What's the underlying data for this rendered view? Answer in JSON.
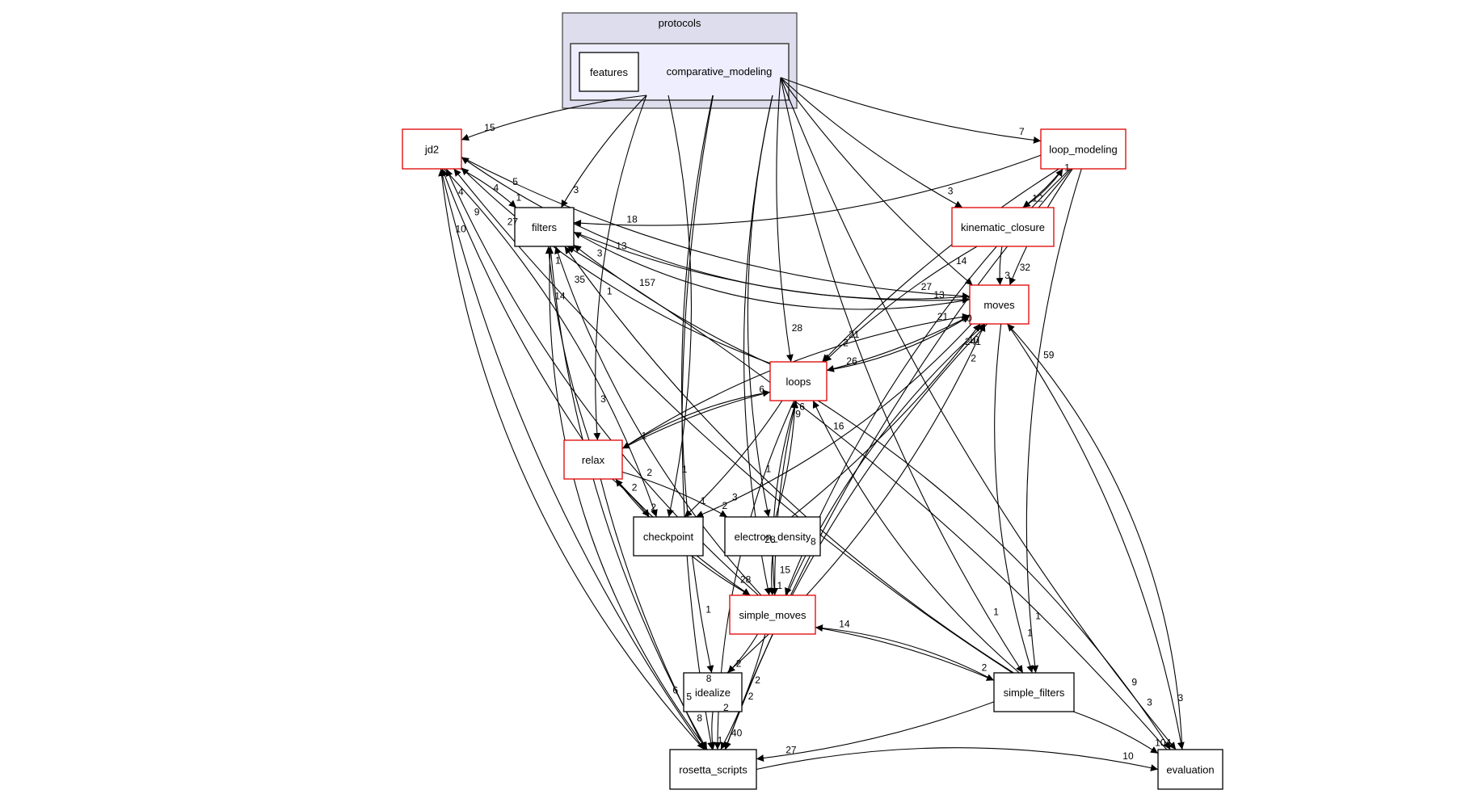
{
  "diagram": {
    "type": "directory-dependency-graph",
    "cluster": {
      "outer_label": "protocols",
      "inner_label": "comparative_modeling",
      "outer_fill": "#dddded",
      "inner_fill": "#eeeefe",
      "border_color": "#404040"
    },
    "colors": {
      "highlight_border": "#e00000",
      "normal_border": "#000000",
      "node_fill": "#ffffff",
      "edge": "#000000"
    },
    "nodes": [
      {
        "id": "features",
        "label": "features",
        "style": "normal"
      },
      {
        "id": "jd2",
        "label": "jd2",
        "style": "highlight"
      },
      {
        "id": "filters",
        "label": "filters",
        "style": "normal"
      },
      {
        "id": "loop_modeling",
        "label": "loop_modeling",
        "style": "highlight"
      },
      {
        "id": "kinematic_closure",
        "label": "kinematic_closure",
        "style": "highlight"
      },
      {
        "id": "moves",
        "label": "moves",
        "style": "highlight"
      },
      {
        "id": "loops",
        "label": "loops",
        "style": "highlight"
      },
      {
        "id": "relax",
        "label": "relax",
        "style": "highlight"
      },
      {
        "id": "checkpoint",
        "label": "checkpoint",
        "style": "normal"
      },
      {
        "id": "electron_density",
        "label": "electron_density",
        "style": "normal"
      },
      {
        "id": "simple_moves",
        "label": "simple_moves",
        "style": "highlight"
      },
      {
        "id": "idealize",
        "label": "idealize",
        "style": "normal"
      },
      {
        "id": "simple_filters",
        "label": "simple_filters",
        "style": "normal"
      },
      {
        "id": "rosetta_scripts",
        "label": "rosetta_scripts",
        "style": "normal"
      },
      {
        "id": "evaluation",
        "label": "evaluation",
        "style": "normal"
      }
    ],
    "edges": [
      {
        "from": "comparative_modeling",
        "to": "jd2",
        "count": "15"
      },
      {
        "from": "comparative_modeling",
        "to": "filters",
        "count": "3"
      },
      {
        "from": "comparative_modeling",
        "to": "loop_modeling",
        "count": "7"
      },
      {
        "from": "comparative_modeling",
        "to": "kinematic_closure",
        "count": "3"
      },
      {
        "from": "comparative_modeling",
        "to": "moves",
        "count": "14"
      },
      {
        "from": "comparative_modeling",
        "to": "loops",
        "count": "28"
      },
      {
        "from": "comparative_modeling",
        "to": "relax",
        "count": "3"
      },
      {
        "from": "comparative_modeling",
        "to": "checkpoint",
        "count": "1"
      },
      {
        "from": "comparative_modeling",
        "to": "electron_density",
        "count": "1"
      },
      {
        "from": "comparative_modeling",
        "to": "simple_moves",
        "count": "28"
      },
      {
        "from": "comparative_modeling",
        "to": "idealize",
        "count": "1"
      },
      {
        "from": "comparative_modeling",
        "to": "simple_filters",
        "count": "1"
      },
      {
        "from": "comparative_modeling",
        "to": "rosetta_scripts",
        "count": "8"
      },
      {
        "from": "comparative_modeling",
        "to": "evaluation",
        "count": "9"
      },
      {
        "from": "jd2",
        "to": "filters",
        "count": "1"
      },
      {
        "from": "jd2",
        "to": "moves",
        "count": "27"
      },
      {
        "from": "jd2",
        "to": "checkpoint",
        "count": "2"
      },
      {
        "from": "jd2",
        "to": "rosetta_scripts",
        "count": "6"
      },
      {
        "from": "filters",
        "to": "moves",
        "count": "13"
      },
      {
        "from": "filters",
        "to": "rosetta_scripts",
        "count": "5"
      },
      {
        "from": "loop_modeling",
        "to": "filters",
        "count": "18"
      },
      {
        "from": "loop_modeling",
        "to": "kinematic_closure",
        "count": "12"
      },
      {
        "from": "loop_modeling",
        "to": "moves",
        "count": "32"
      },
      {
        "from": "loop_modeling",
        "to": "loops",
        "count": "21"
      },
      {
        "from": "loop_modeling",
        "to": "simple_moves",
        "count": "8"
      },
      {
        "from": "loop_modeling",
        "to": "simple_filters",
        "count": "1"
      },
      {
        "from": "loop_modeling",
        "to": "rosetta_scripts",
        "count": "2"
      },
      {
        "from": "kinematic_closure",
        "to": "loop_modeling",
        "count": "1"
      },
      {
        "from": "kinematic_closure",
        "to": "moves",
        "count": "3"
      },
      {
        "from": "kinematic_closure",
        "to": "loops",
        "count": "2"
      },
      {
        "from": "moves",
        "to": "jd2",
        "count": "5"
      },
      {
        "from": "moves",
        "to": "filters",
        "count": "13"
      },
      {
        "from": "moves",
        "to": "loops",
        "count": "26"
      },
      {
        "from": "moves",
        "to": "checkpoint",
        "count": "3"
      },
      {
        "from": "moves",
        "to": "simple_filters",
        "count": "1"
      },
      {
        "from": "moves",
        "to": "rosetta_scripts",
        "count": "2"
      },
      {
        "from": "moves",
        "to": "evaluation",
        "count": "3"
      },
      {
        "from": "loops",
        "to": "jd2",
        "count": "4"
      },
      {
        "from": "loops",
        "to": "filters",
        "count": "3"
      },
      {
        "from": "loops",
        "to": "moves",
        "count": "60"
      },
      {
        "from": "loops",
        "to": "relax",
        "count": "1"
      },
      {
        "from": "loops",
        "to": "checkpoint",
        "count": "1"
      },
      {
        "from": "loops",
        "to": "simple_moves",
        "count": "15"
      },
      {
        "from": "loops",
        "to": "rosetta_scripts",
        "count": "2"
      },
      {
        "from": "loops",
        "to": "evaluation",
        "count": "3"
      },
      {
        "from": "relax",
        "to": "jd2",
        "count": "4"
      },
      {
        "from": "relax",
        "to": "filters",
        "count": "1"
      },
      {
        "from": "relax",
        "to": "moves",
        "count": "21"
      },
      {
        "from": "relax",
        "to": "loops",
        "count": "6"
      },
      {
        "from": "relax",
        "to": "checkpoint",
        "count": "2"
      },
      {
        "from": "relax",
        "to": "electron_density",
        "count": "2"
      },
      {
        "from": "relax",
        "to": "simple_moves",
        "count": "28"
      },
      {
        "from": "relax",
        "to": "rosetta_scripts",
        "count": "8"
      },
      {
        "from": "electron_density",
        "to": "moves",
        "count": "10"
      },
      {
        "from": "electron_density",
        "to": "loops",
        "count": "6"
      },
      {
        "from": "electron_density",
        "to": "simple_moves",
        "count": "1"
      },
      {
        "from": "simple_moves",
        "to": "jd2",
        "count": "9"
      },
      {
        "from": "simple_moves",
        "to": "filters",
        "count": "35"
      },
      {
        "from": "simple_moves",
        "to": "moves",
        "count": "241"
      },
      {
        "from": "simple_moves",
        "to": "loops",
        "count": "9"
      },
      {
        "from": "simple_moves",
        "to": "relax",
        "count": "2"
      },
      {
        "from": "simple_moves",
        "to": "idealize",
        "count": "2"
      },
      {
        "from": "simple_moves",
        "to": "simple_filters",
        "count": "2"
      },
      {
        "from": "simple_moves",
        "to": "rosetta_scripts",
        "count": "40"
      },
      {
        "from": "idealize",
        "to": "moves",
        "count": "2"
      },
      {
        "from": "idealize",
        "to": "rosetta_scripts",
        "count": "1"
      },
      {
        "from": "simple_filters",
        "to": "jd2",
        "count": "27"
      },
      {
        "from": "simple_filters",
        "to": "filters",
        "count": "1"
      },
      {
        "from": "simple_filters",
        "to": "loops",
        "count": "16"
      },
      {
        "from": "simple_filters",
        "to": "simple_moves",
        "count": "14"
      },
      {
        "from": "simple_filters",
        "to": "evaluation",
        "count": "104"
      },
      {
        "from": "simple_filters",
        "to": "rosetta_scripts",
        "count": "27"
      },
      {
        "from": "evaluation",
        "to": "filters",
        "count": "157"
      },
      {
        "from": "evaluation",
        "to": "moves",
        "count": "59"
      },
      {
        "from": "rosetta_scripts",
        "to": "jd2",
        "count": "10"
      },
      {
        "from": "rosetta_scripts",
        "to": "filters",
        "count": "14"
      },
      {
        "from": "rosetta_scripts",
        "to": "evaluation",
        "count": "10"
      }
    ]
  }
}
